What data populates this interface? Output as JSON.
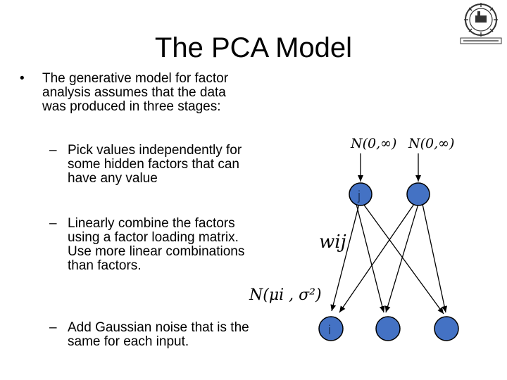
{
  "slide": {
    "title": "The PCA Model",
    "bullet": "The generative model for factor analysis assumes that the data was produced in three stages:",
    "subbullets": [
      "Pick values independently for some hidden factors that can have any value",
      "Linearly combine the factors using a factor loading matrix. Use more linear combinations than factors.",
      "Add Gaussian noise that is the same for each input."
    ]
  },
  "diagram": {
    "prior_label_1": "N(0,∞)",
    "prior_label_2": "N(0,∞)",
    "weight_label": "wij",
    "noise_label": "N(μi , σ²)",
    "hidden_node_label": "j",
    "visible_node_label": "i",
    "node_fill": "#4472c4"
  },
  "colors": {
    "accent_node": "#4472c4",
    "node_text": "#1f3864"
  },
  "logo": {
    "icon": "university-seal-icon"
  }
}
